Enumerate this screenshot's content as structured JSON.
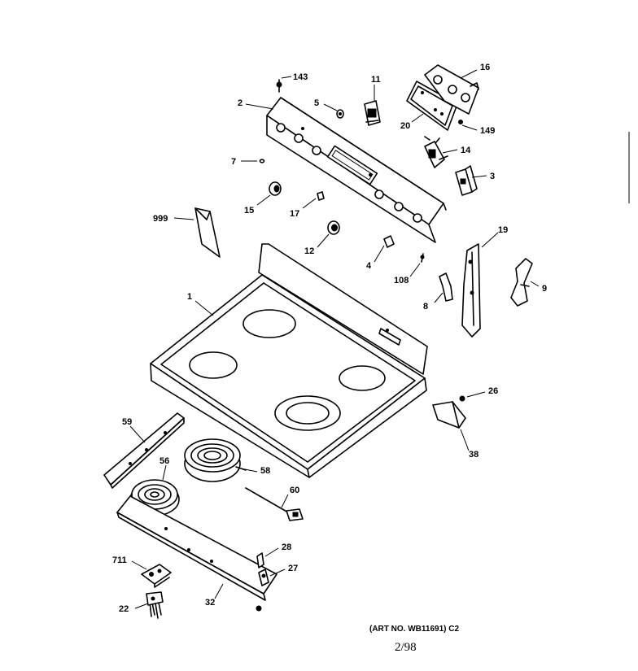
{
  "diagram": {
    "labels": [
      {
        "id": "l143",
        "text": "143"
      },
      {
        "id": "l11",
        "text": "11"
      },
      {
        "id": "l16",
        "text": "16"
      },
      {
        "id": "l2",
        "text": "2"
      },
      {
        "id": "l5",
        "text": "5"
      },
      {
        "id": "l20",
        "text": "20"
      },
      {
        "id": "l149",
        "text": "149"
      },
      {
        "id": "l14",
        "text": "14"
      },
      {
        "id": "l7",
        "text": "7"
      },
      {
        "id": "l3",
        "text": "3"
      },
      {
        "id": "l15",
        "text": "15"
      },
      {
        "id": "l17",
        "text": "17"
      },
      {
        "id": "l999",
        "text": "999"
      },
      {
        "id": "l12",
        "text": "12"
      },
      {
        "id": "l4",
        "text": "4"
      },
      {
        "id": "l19",
        "text": "19"
      },
      {
        "id": "l108",
        "text": "108"
      },
      {
        "id": "l9",
        "text": "9"
      },
      {
        "id": "l8",
        "text": "8"
      },
      {
        "id": "l1",
        "text": "1"
      },
      {
        "id": "l26",
        "text": "26"
      },
      {
        "id": "l59",
        "text": "59"
      },
      {
        "id": "l38",
        "text": "38"
      },
      {
        "id": "l56",
        "text": "56"
      },
      {
        "id": "l58",
        "text": "58"
      },
      {
        "id": "l60",
        "text": "60"
      },
      {
        "id": "l28",
        "text": "28"
      },
      {
        "id": "l711",
        "text": "711"
      },
      {
        "id": "l27",
        "text": "27"
      },
      {
        "id": "l22",
        "text": "22"
      },
      {
        "id": "l32",
        "text": "32"
      }
    ],
    "art_number": "(ART NO. WB11691) C2",
    "date": "2/98"
  }
}
